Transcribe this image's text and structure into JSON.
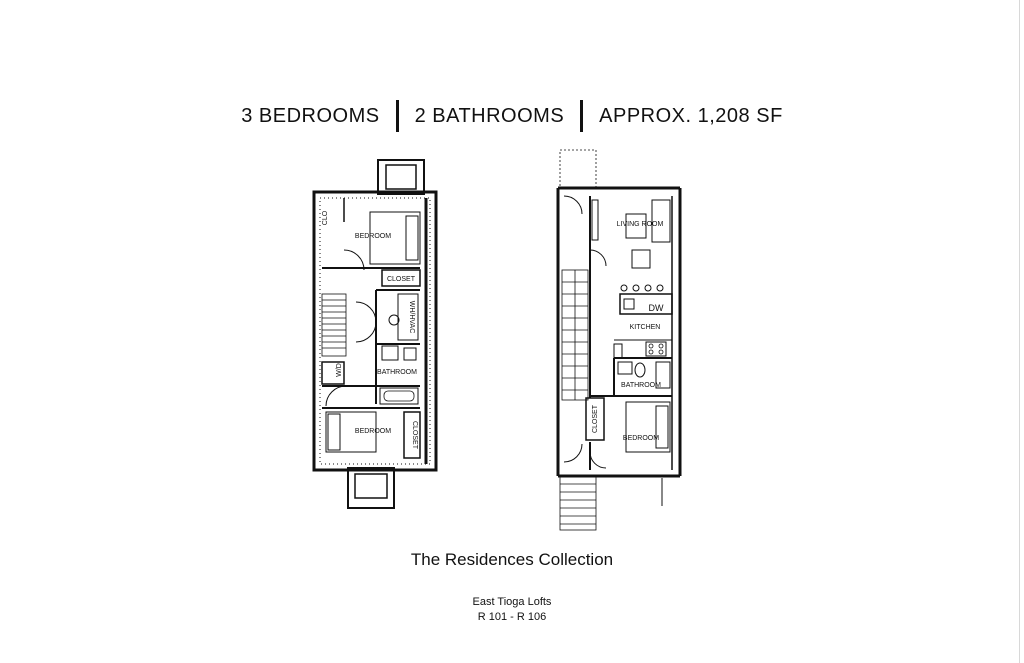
{
  "header": {
    "bedrooms": "3 BEDROOMS",
    "bathrooms": "2 BATHROOMS",
    "area": "APPROX. 1,208 SF"
  },
  "plan_upper": {
    "rooms": {
      "clo": "CLO",
      "bedroom_top": "BEDROOM",
      "closet_top": "CLOSET",
      "whvac": "WH/HVAC",
      "bathroom": "BATHROOM",
      "wd": "W/D",
      "bedroom_bottom": "BEDROOM",
      "closet_bottom": "CLOSET"
    }
  },
  "plan_lower": {
    "rooms": {
      "living_room": "LIVING ROOM",
      "dw": "DW",
      "kitchen": "KITCHEN",
      "bathroom": "BATHROOM",
      "closet": "CLOSET",
      "bedroom": "BEDROOM"
    }
  },
  "footer": {
    "collection": "The Residences Collection",
    "project": "East Tioga Lofts",
    "units": "R 101 - R 106"
  }
}
